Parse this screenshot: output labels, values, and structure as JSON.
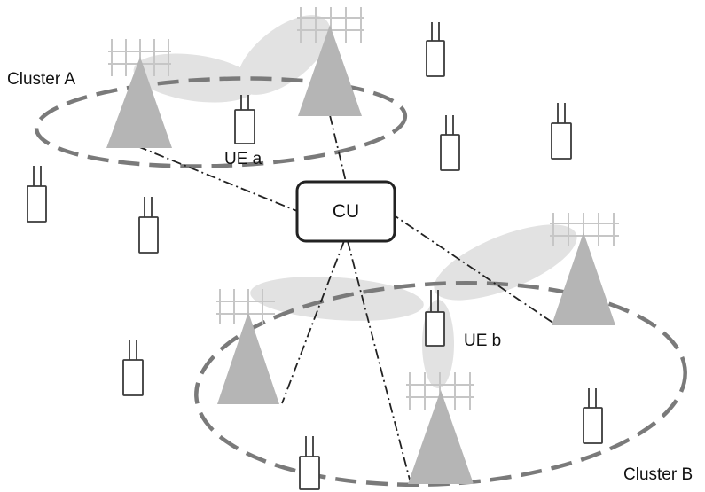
{
  "labels": {
    "cluster_a": "Cluster A",
    "cluster_b": "Cluster B",
    "cu": "CU",
    "ue_a": "UE a",
    "ue_b": "UE b"
  },
  "colors": {
    "beam": "#e2e2e2",
    "tower": "#b5b5b5",
    "cluster_outline": "#7a7a7a",
    "antenna": "#c6c6c6",
    "device": "#3a3a3a",
    "link": "#222222",
    "cu_border": "#222222"
  },
  "icons": [
    "base-station-icon",
    "user-equipment-icon",
    "central-unit-icon"
  ]
}
